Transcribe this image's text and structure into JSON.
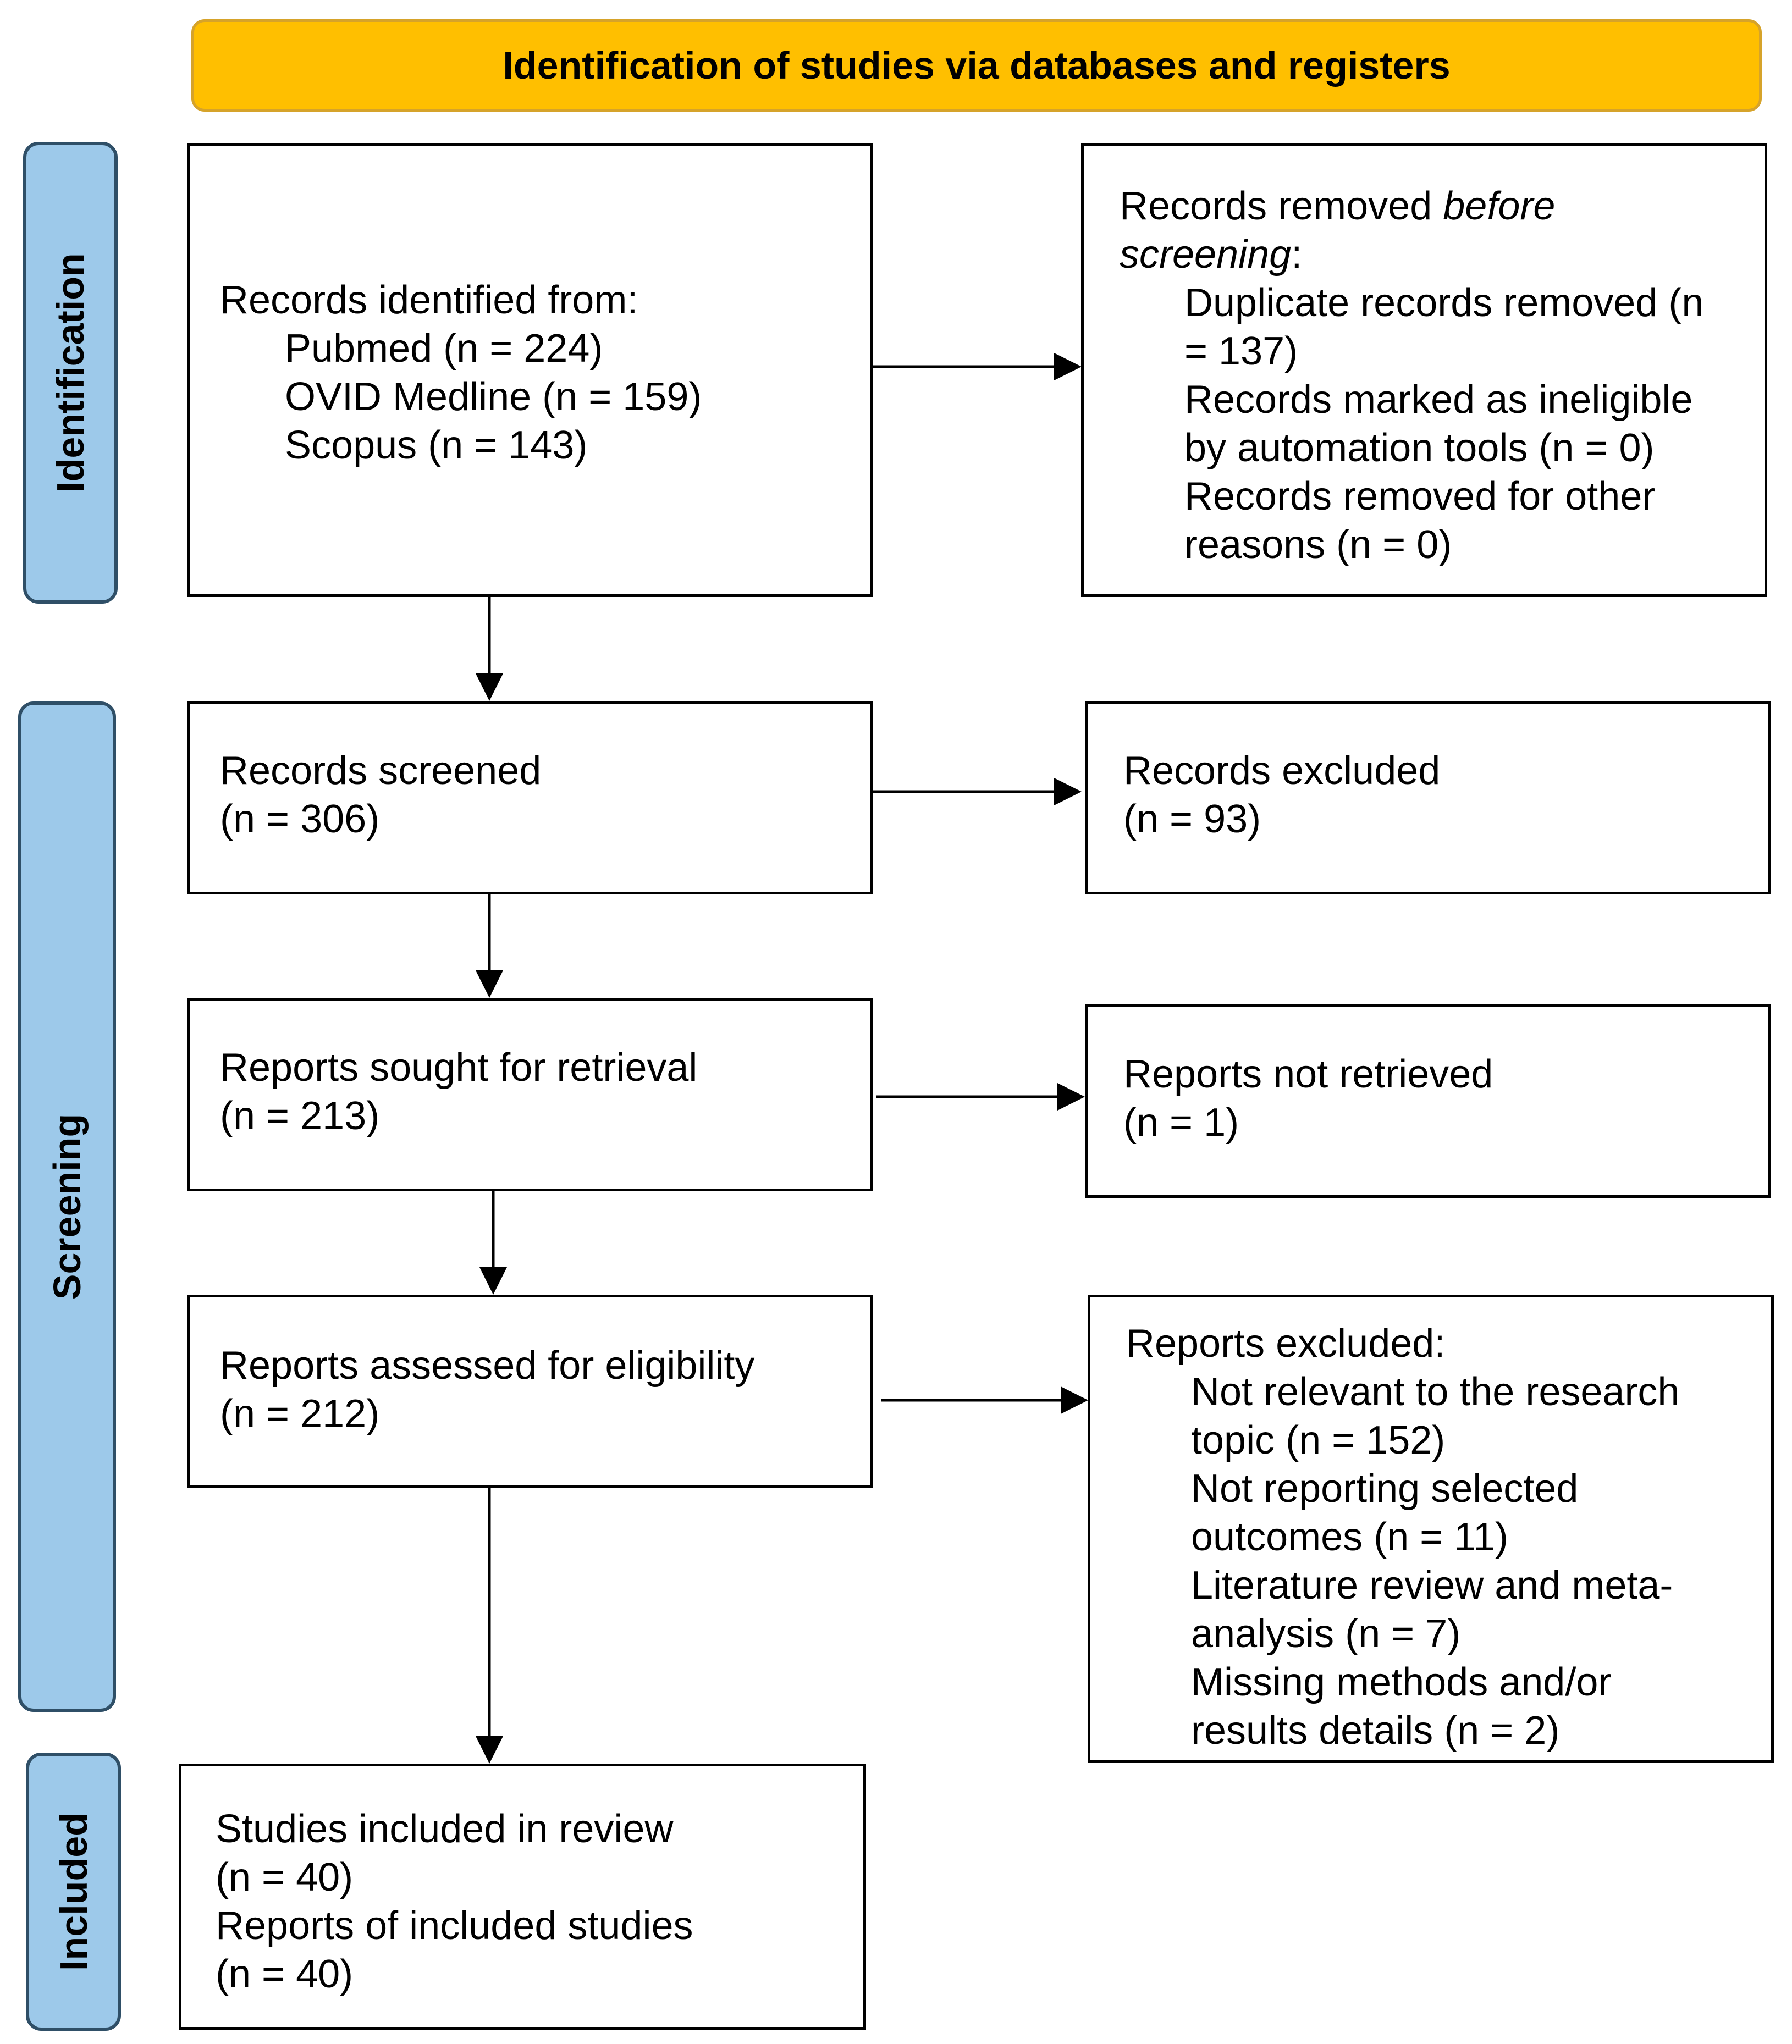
{
  "header": {
    "title": "Identification of studies via databases and registers"
  },
  "phases": {
    "identification": "Identification",
    "screening": "Screening",
    "included": "Included"
  },
  "identified": {
    "heading": "Records identified from:",
    "sources": [
      "Pubmed (n = 224)",
      "OVID Medline (n = 159)",
      "Scopus (n = 143)"
    ]
  },
  "removed": {
    "heading_prefix": "Records removed ",
    "heading_emphasis_1": "before",
    "heading_emphasis_2": "screening",
    "heading_suffix": ":",
    "items": [
      "Duplicate records removed (n",
      "= 137)",
      "Records marked as ineligible",
      "by automation tools (n = 0)",
      "Records removed for other",
      "reasons (n = 0)"
    ]
  },
  "screened": {
    "label": "Records screened",
    "count": "(n = 306)"
  },
  "excluded": {
    "label": "Records excluded",
    "count": "(n = 93)"
  },
  "sought": {
    "label": "Reports sought for retrieval",
    "count": "(n = 213)"
  },
  "not_retrieved": {
    "label": "Reports not retrieved",
    "count": "(n = 1)"
  },
  "assessed": {
    "label": "Reports assessed for eligibility",
    "count": "(n = 212)"
  },
  "reports_excluded": {
    "heading": "Reports excluded:",
    "items": [
      "Not relevant to the research",
      "topic (n = 152)",
      "Not reporting selected",
      "outcomes (n = 11)",
      "Literature review and meta-",
      "analysis (n = 7)",
      "Missing methods and/or",
      "results details (n = 2)"
    ]
  },
  "included": {
    "studies_label": "Studies included in review",
    "studies_count": "(n = 40)",
    "reports_label": "Reports of included studies",
    "reports_count": "(n = 40)"
  },
  "colors": {
    "banner": "#FFBF00",
    "phase": "#9DC9EA",
    "phase_border": "#2F4F67"
  }
}
